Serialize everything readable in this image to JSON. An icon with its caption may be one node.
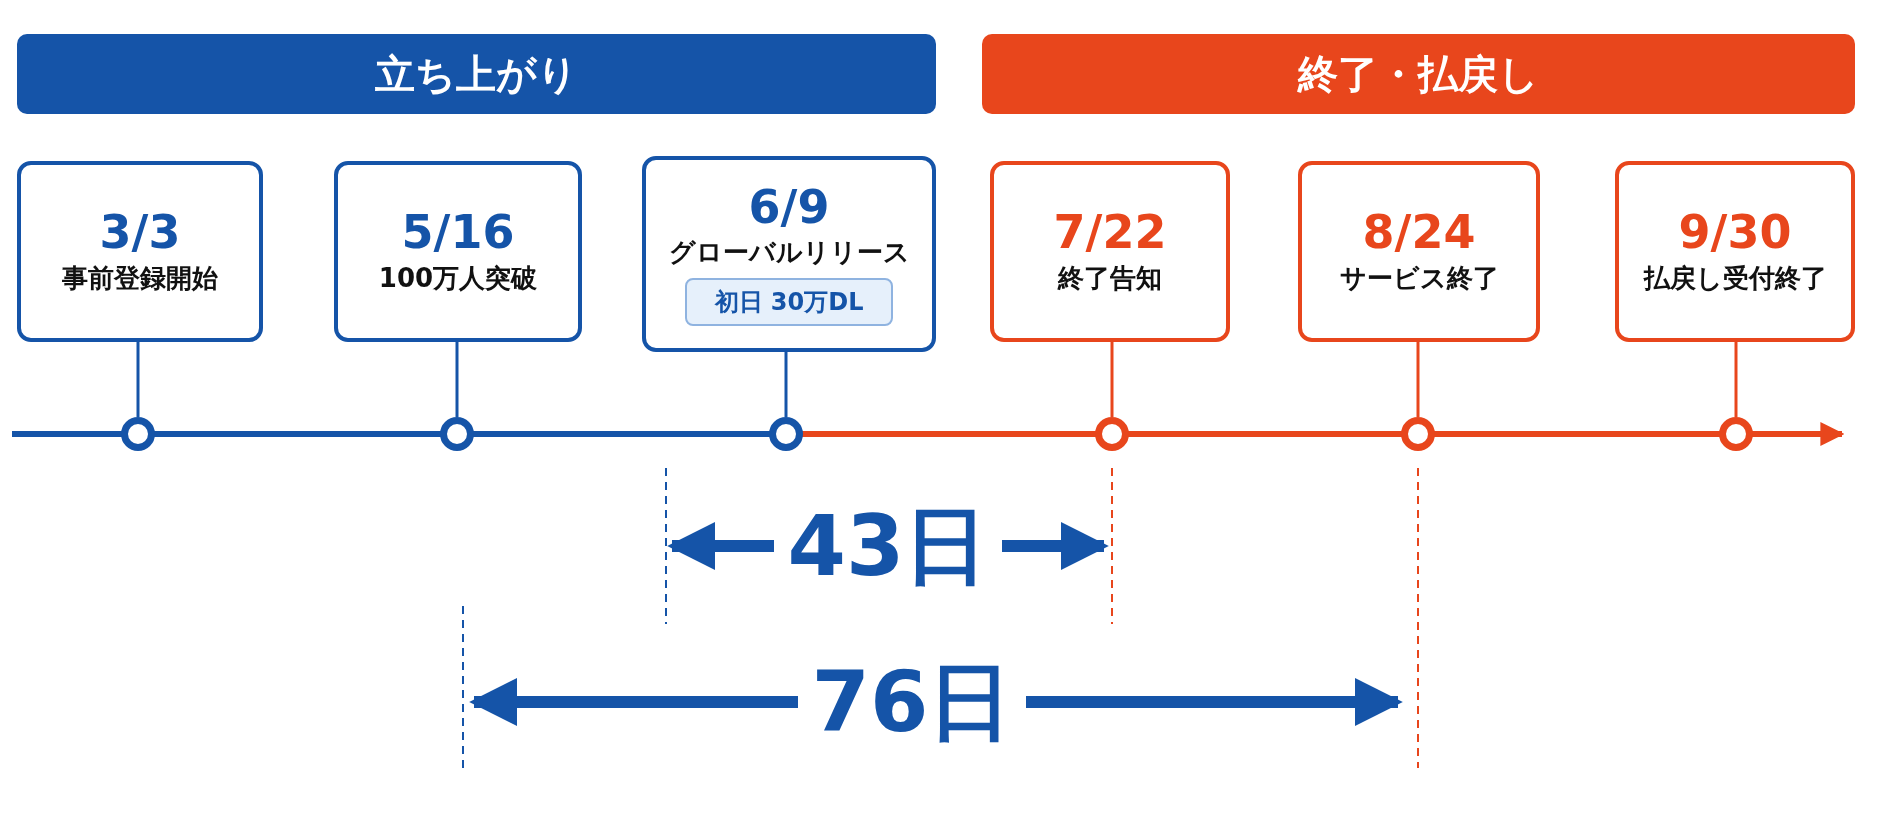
{
  "diagram": {
    "nodes": [
      {
        "text": [
          "立ち上がり"
        ]
      },
      {
        "text": [
          "終了・払戻し"
        ]
      },
      {
        "text": [
          "3/3",
          "事前登録開始"
        ]
      },
      {
        "text": [
          "5/16",
          "100万人突破"
        ]
      },
      {
        "text": [
          "6/9",
          "グローバルリリース"
        ]
      },
      {
        "text": [
          "初日 30万DL"
        ],
        "in": 4
      },
      {
        "text": [
          "7/22",
          "終了告知"
        ]
      },
      {
        "text": [
          "8/24",
          "サービス終了"
        ]
      },
      {
        "text": [
          "9/30",
          "払戻し受付終了"
        ]
      },
      {
        "text": [],
        "shape": "circle"
      },
      {
        "text": [],
        "shape": "circle"
      },
      {
        "text": [],
        "shape": "circle"
      },
      {
        "text": [],
        "shape": "circle"
      },
      {
        "text": [],
        "shape": "circle"
      },
      {
        "text": [],
        "shape": "circle"
      }
    ],
    "edges": [
      {
        "from": 2,
        "to": 9,
        "arrow": "none",
        "color": "#1554a8"
      },
      {
        "from": 3,
        "to": 10,
        "arrow": "none",
        "color": "#1554a8"
      },
      {
        "from": 4,
        "to": 11,
        "arrow": "none",
        "color": "#1554a8"
      },
      {
        "from": 6,
        "to": 12,
        "arrow": "none",
        "color": "#e8461c"
      },
      {
        "from": 7,
        "to": 13,
        "arrow": "none",
        "color": "#e8461c"
      },
      {
        "from": 8,
        "to": 14,
        "arrow": "none",
        "color": "#e8461c"
      }
    ],
    "labels": [
      "43日",
      "76日"
    ]
  }
}
